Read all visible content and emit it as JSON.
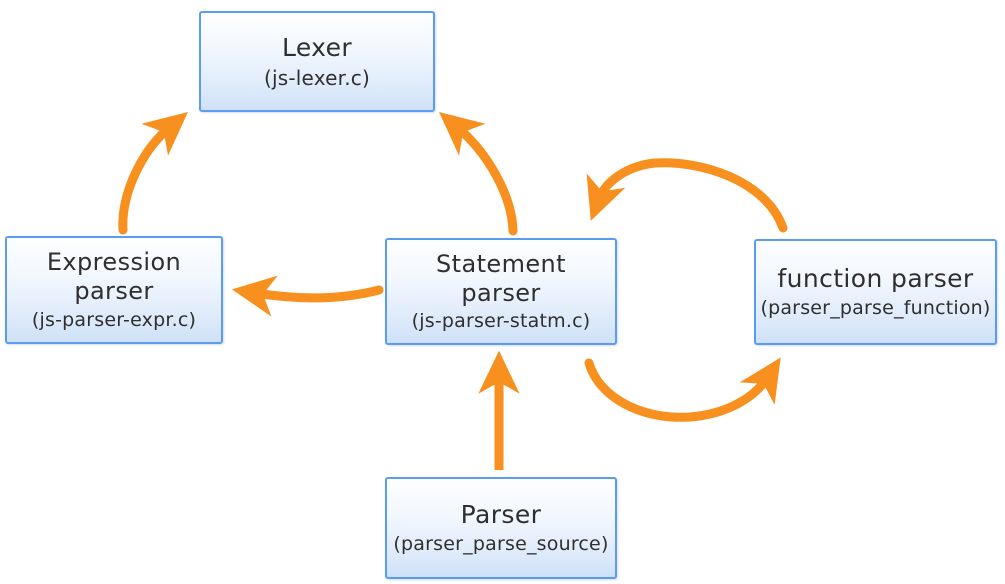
{
  "diagram": {
    "title": "JavaScript parser module relationship diagram",
    "background_color": "#ffffff",
    "box_border_color": "#5b9bf0",
    "box_fill_top_color": "#fdfefe",
    "box_fill_bottom_color": "#cfe1f8",
    "arrow_color": "#f7901e",
    "text_color": "#2f2f2f",
    "nodes": [
      {
        "id": "lexer",
        "title": "Lexer",
        "subtitle": "(js-lexer.c)"
      },
      {
        "id": "expression-parser",
        "title": "Expression\nparser",
        "title_line1": "Expression",
        "title_line2": "parser",
        "subtitle": "(js-parser-expr.c)"
      },
      {
        "id": "statement-parser",
        "title_line1": "Statement",
        "title_line2": "parser",
        "subtitle": "(js-parser-statm.c)"
      },
      {
        "id": "function-parser",
        "title": "function parser",
        "subtitle": "(parser_parse_function)"
      },
      {
        "id": "parser",
        "title": "Parser",
        "subtitle": "(parser_parse_source)"
      }
    ],
    "arrows": [
      {
        "id": "expression-to-lexer",
        "from": "expression-parser",
        "to": "lexer",
        "shape": "curve-up-right"
      },
      {
        "id": "statement-to-lexer",
        "from": "statement-parser",
        "to": "lexer",
        "shape": "curve-up-left"
      },
      {
        "id": "statement-to-expression",
        "from": "statement-parser",
        "to": "expression-parser",
        "shape": "horizontal-left"
      },
      {
        "id": "function-to-statement",
        "from": "function-parser",
        "to": "statement-parser",
        "shape": "arc-over-left"
      },
      {
        "id": "statement-to-function",
        "from": "statement-parser",
        "to": "function-parser",
        "shape": "arc-under-right"
      },
      {
        "id": "parser-to-statement",
        "from": "parser",
        "to": "statement-parser",
        "shape": "vertical-up"
      }
    ]
  }
}
